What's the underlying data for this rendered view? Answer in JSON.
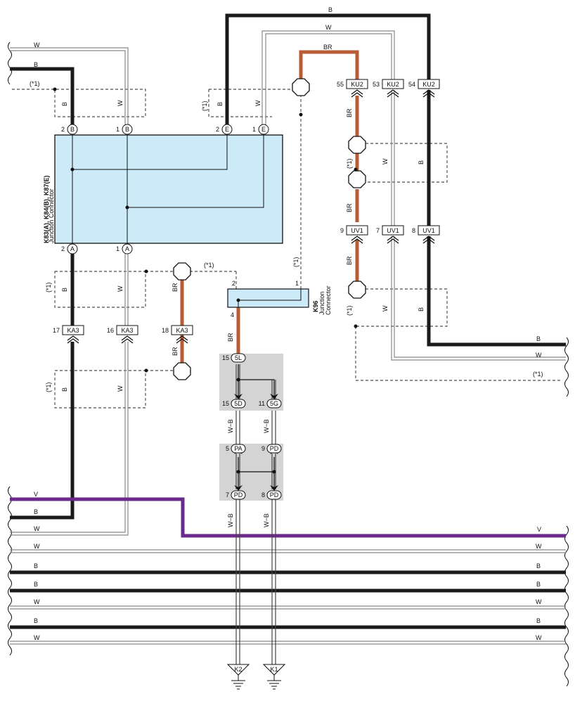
{
  "wire_colors": {
    "B": "#1a1a1a",
    "W": "#8c8c8c",
    "BR": "#b85c38",
    "V": "#6a2a8c",
    "W-B": "#555555"
  },
  "junction_top": {
    "name_line1": "K83(A), K84(B), K87(E)",
    "name_line2": "Junction Connector",
    "pins_top": [
      {
        "num": "2",
        "letter": "B"
      },
      {
        "num": "1",
        "letter": "B"
      },
      {
        "num": "2",
        "letter": "E"
      },
      {
        "num": "1",
        "letter": "E"
      }
    ],
    "pins_bottom": [
      {
        "num": "2",
        "letter": "A"
      },
      {
        "num": "1",
        "letter": "A"
      }
    ]
  },
  "k96": {
    "name": "K96",
    "sub1": "Junction",
    "sub2": "Connector",
    "pin_left": "2",
    "pin_right": "1",
    "pin_bottom": "4"
  },
  "connectors": {
    "ku2_55": {
      "num": "55",
      "name": "KU2"
    },
    "ku2_53": {
      "num": "53",
      "name": "KU2"
    },
    "ku2_54": {
      "num": "54",
      "name": "KU2"
    },
    "uv1_9": {
      "num": "9",
      "name": "UV1"
    },
    "uv1_7": {
      "num": "7",
      "name": "UV1"
    },
    "uv1_8": {
      "num": "8",
      "name": "UV1"
    },
    "ka3_17": {
      "num": "17",
      "name": "KA3"
    },
    "ka3_16": {
      "num": "16",
      "name": "KA3"
    },
    "ka3_18": {
      "num": "18",
      "name": "KA3"
    },
    "c5l": {
      "num": "15",
      "name": "5L"
    },
    "c5d": {
      "num": "15",
      "name": "5D"
    },
    "c5g": {
      "num": "11",
      "name": "5G"
    },
    "cpa5": {
      "num": "5",
      "name": "PA"
    },
    "cpd9": {
      "num": "9",
      "name": "PD"
    },
    "cpd7": {
      "num": "7",
      "name": "PD"
    },
    "cpd8": {
      "num": "8",
      "name": "PD"
    }
  },
  "grounds": {
    "k2": "K2",
    "k1": "K1"
  },
  "note": "(*1)",
  "labels": {
    "B": "B",
    "W": "W",
    "BR": "BR",
    "V": "V",
    "WB": "W−B"
  }
}
